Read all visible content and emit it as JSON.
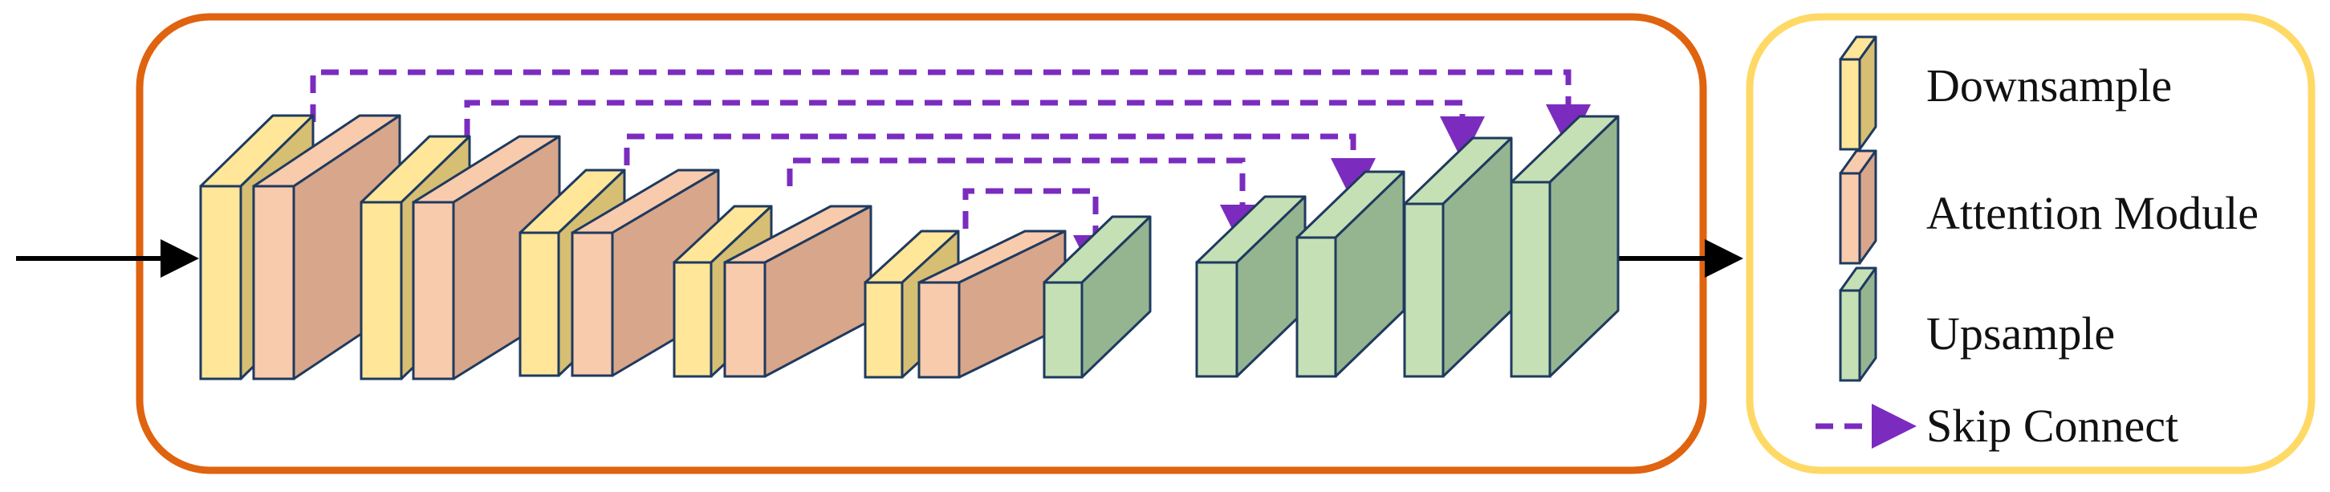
{
  "legend": {
    "downsample": "Downsample",
    "attention": "Attention Module",
    "upsample": "Upsample",
    "skip": "Skip Connect"
  },
  "colors": {
    "main_border": "#E0630F",
    "legend_border": "#FFD966",
    "downsample_front": "#FFE699",
    "downsample_side": "#D6BE73",
    "attention_front": "#F8CBAD",
    "attention_side": "#D8A68A",
    "upsample_front": "#C5E0B4",
    "upsample_side": "#95B591",
    "block_stroke": "#1F3A5F",
    "skip": "#7B2CBF",
    "arrow": "#000000"
  },
  "icons": {
    "arrow": "arrow-right-icon"
  }
}
